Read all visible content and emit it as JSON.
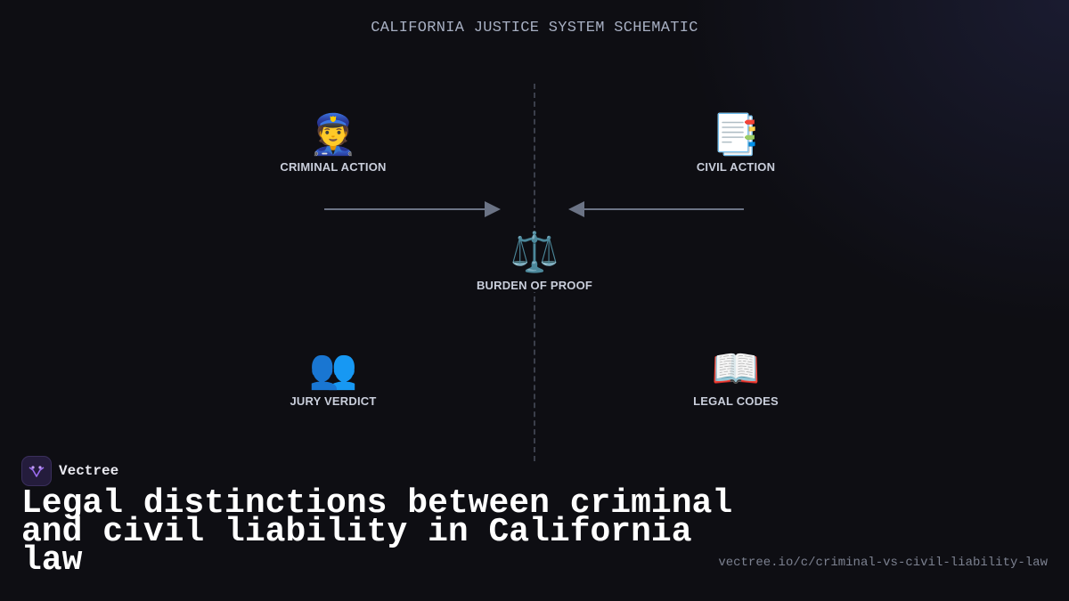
{
  "schematic": {
    "title": "CALIFORNIA JUSTICE SYSTEM SCHEMATIC"
  },
  "nodes": {
    "criminal_action": {
      "icon": "police-officer-icon",
      "glyph": "👮",
      "label": "CRIMINAL ACTION"
    },
    "civil_action": {
      "icon": "bookmark-tabs-icon",
      "glyph": "📑",
      "label": "CIVIL ACTION"
    },
    "burden_of_proof": {
      "icon": "balance-scale-icon",
      "glyph": "⚖️",
      "label": "BURDEN OF PROOF"
    },
    "jury_verdict": {
      "icon": "people-icon",
      "glyph": "👥",
      "label": "JURY VERDICT"
    },
    "legal_codes": {
      "icon": "open-book-icon",
      "glyph": "📖",
      "label": "LEGAL CODES"
    }
  },
  "edges": [
    {
      "from": "criminal_action",
      "to": "burden_of_proof"
    },
    {
      "from": "civil_action",
      "to": "burden_of_proof"
    }
  ],
  "colors": {
    "background": "#0e0e13",
    "arrow": "#6b7385",
    "divider": "#3b3f4b",
    "label": "#c9cedb",
    "brand_accent": "#9b6cf0"
  },
  "brand": {
    "name": "Vectree",
    "logo_icon": "vectree-logo-icon"
  },
  "headline": "Legal distinctions between criminal and civil liability in California law",
  "source_url": "vectree.io/c/criminal-vs-civil-liability-law"
}
